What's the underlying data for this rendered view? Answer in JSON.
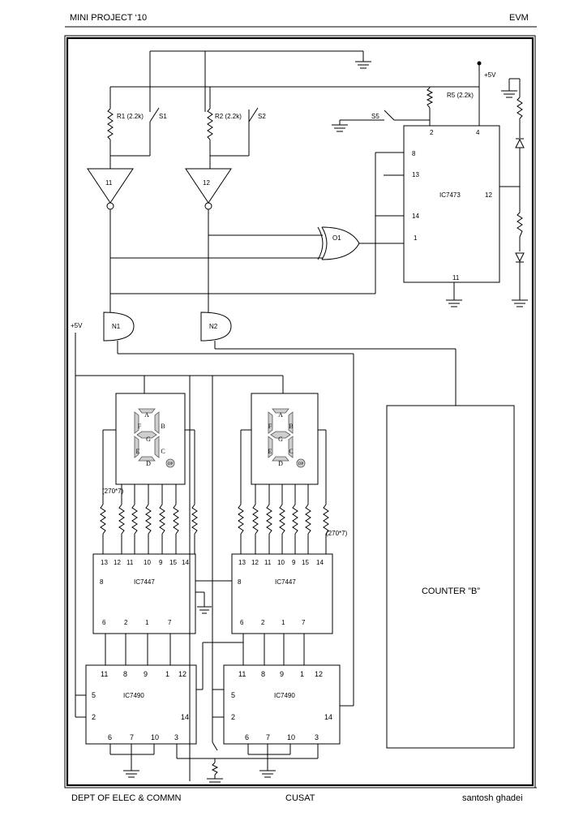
{
  "header": {
    "left": "MINI PROJECT ‘10",
    "right": "EVM"
  },
  "footer": {
    "left": "DEPT OF ELEC & COMMN",
    "center": "CUSAT",
    "right": "santosh ghadei"
  },
  "labels": {
    "vcc_top": "+5V",
    "vcc_left": "+5V",
    "r1": "R1 (2.2k)",
    "s1": "S1",
    "r2": "R2 (2.2k)",
    "s2": "S2",
    "r5": "R5 (2.2k)",
    "s5": "S5",
    "buf1": "11",
    "buf2": "12",
    "xor": "O1",
    "n1": "N1",
    "n2": "N2",
    "ic7473": "IC7473",
    "ic7447": "IC7447",
    "ic7490": "IC7490",
    "res_left": "(270*7)",
    "res_right": "(270*7)",
    "counter": "COUNTER ”B”",
    "dp": "DP"
  },
  "ic7473_pins": {
    "p8": "8",
    "p13": "13",
    "p14": "14",
    "p1": "1",
    "p2": "2",
    "p4": "4",
    "p12": "12",
    "p11": "11"
  },
  "ic7447_pins": {
    "top": [
      "13",
      "12",
      "11",
      "10",
      "9",
      "15",
      "14"
    ],
    "left": "8",
    "bottom": [
      "6",
      "2",
      "1",
      "7"
    ]
  },
  "ic7490_pins": {
    "top": [
      "11",
      "8",
      "9",
      "1",
      "12"
    ],
    "left": [
      "5",
      "2"
    ],
    "right": "14",
    "bottom": [
      "6",
      "7",
      "10",
      "3"
    ]
  },
  "segments": [
    "A",
    "B",
    "C",
    "D",
    "E",
    "F",
    "G"
  ]
}
